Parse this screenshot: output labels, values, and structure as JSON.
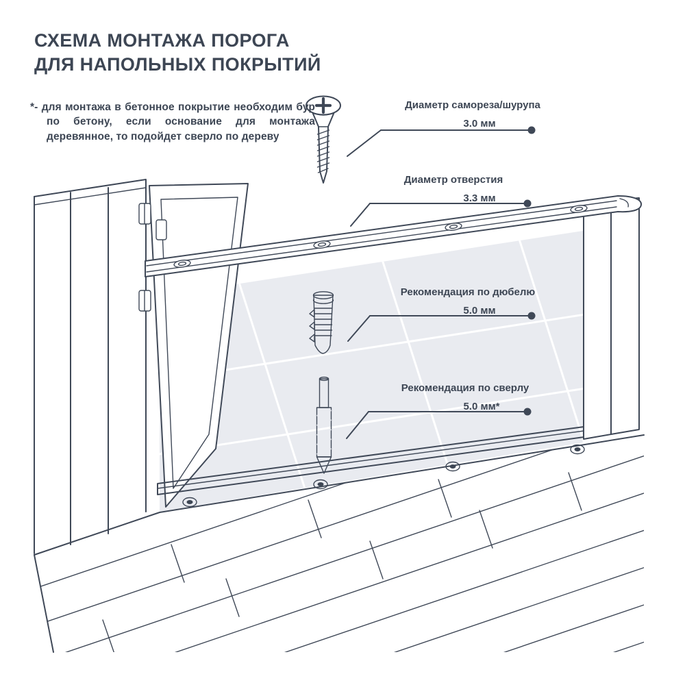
{
  "title": {
    "line1": "СХЕМА МОНТАЖА ПОРОГА",
    "line2": "ДЛЯ НАПОЛЬНЫХ ПОКРЫТИЙ"
  },
  "footnote": {
    "text": "*- для монтажа в бетонное покрытие необходим бур по бетону, если основание для монтажа деревянное, то подойдет сверло по дереву"
  },
  "callouts": [
    {
      "label": "Диаметр самореза/шурупа",
      "value": "3.0 мм"
    },
    {
      "label": "Диаметр отверстия",
      "value": "3.3 мм"
    },
    {
      "label": "Рекомендация по дюбелю",
      "value": "5.0 мм"
    },
    {
      "label": "Рекомендация по сверлу",
      "value": "5.0 мм*"
    }
  ],
  "figures": [
    "screw-icon",
    "dowel-icon",
    "drill-bit-icon",
    "threshold-profile-diagram",
    "door-frame-diagram",
    "floor-diagram"
  ],
  "colors": {
    "ink": "#3f4857",
    "text": "#3d4654",
    "highlight_area": "#e9ebf0",
    "threshold_fill": "#c6cbd5",
    "metal_gray": "#717886",
    "background": "#ffffff"
  }
}
